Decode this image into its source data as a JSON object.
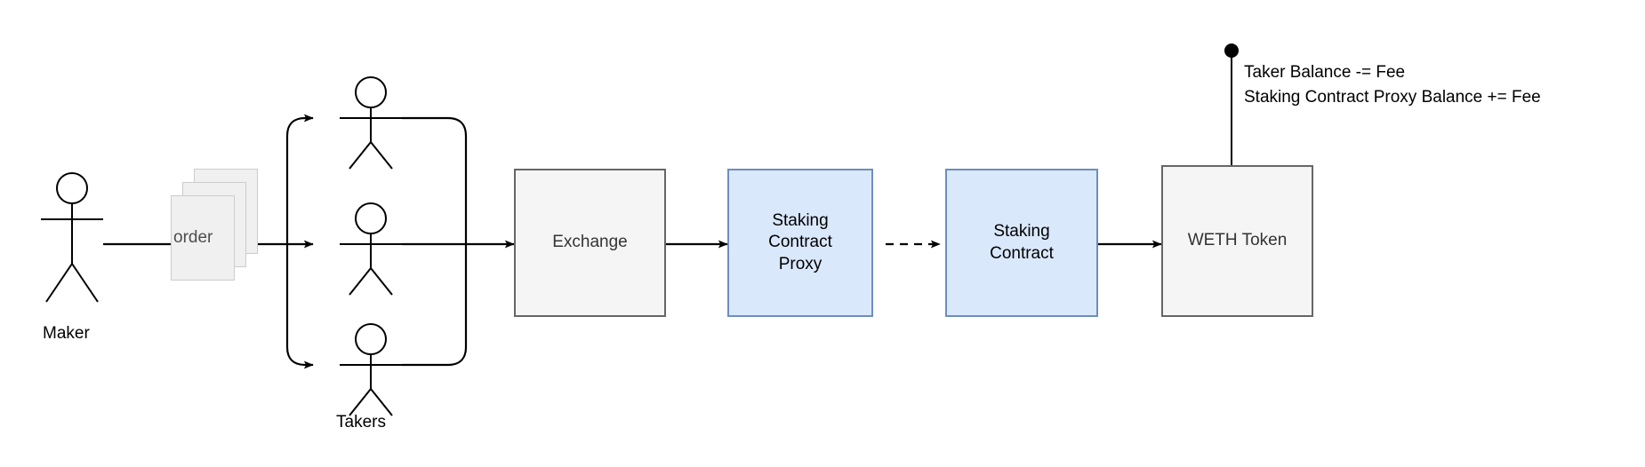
{
  "diagram": {
    "title_present": false,
    "background": "#ffffff",
    "colors": {
      "gray_fill": "#f5f5f5",
      "gray_stroke": "#666666",
      "blue_fill": "#dae8fc",
      "blue_stroke": "#6c8ebf",
      "doc_fill": "#f0f0f0",
      "doc_stroke": "#cccccc",
      "line": "#000000",
      "text": "#000000"
    },
    "actors": [
      {
        "id": "maker",
        "label": "Maker",
        "icon": "stick-figure-icon"
      },
      {
        "id": "takers",
        "label": "Takers",
        "icon": "stick-figure-icon",
        "count": 3
      }
    ],
    "documents": {
      "label": "order",
      "stack_count": 3,
      "icon": "document-stack-icon"
    },
    "nodes": [
      {
        "id": "exchange",
        "label": "Exchange",
        "style": "gray"
      },
      {
        "id": "staking-contract-proxy",
        "label": "Staking\nContract\nProxy",
        "lines": [
          "Staking",
          "Contract",
          "Proxy"
        ],
        "style": "blue"
      },
      {
        "id": "staking-contract",
        "label": "Staking\nContract",
        "lines": [
          "Staking",
          "Contract"
        ],
        "style": "blue"
      },
      {
        "id": "weth-token",
        "label": "WETH Token",
        "style": "gray"
      }
    ],
    "edges": [
      {
        "from": "maker",
        "to": "order-stack",
        "style": "solid",
        "arrow": false
      },
      {
        "from": "order-stack",
        "to": "takers",
        "style": "solid",
        "arrow": true,
        "branches": 3
      },
      {
        "from": "takers",
        "to": "exchange",
        "style": "solid",
        "arrow": true,
        "merge": true
      },
      {
        "from": "exchange",
        "to": "staking-contract-proxy",
        "style": "solid",
        "arrow": true
      },
      {
        "from": "staking-contract-proxy",
        "to": "staking-contract",
        "style": "dashed",
        "arrow": true
      },
      {
        "from": "staking-contract",
        "to": "weth-token",
        "style": "solid",
        "arrow": true
      }
    ],
    "annotation": {
      "anchor_node": "weth-token",
      "marker": "filled-dot",
      "lines": [
        "Taker Balance -= Fee",
        "Staking Contract Proxy Balance += Fee"
      ],
      "line1": "Taker Balance -= Fee",
      "line2": "Staking Contract Proxy Balance += Fee"
    }
  }
}
